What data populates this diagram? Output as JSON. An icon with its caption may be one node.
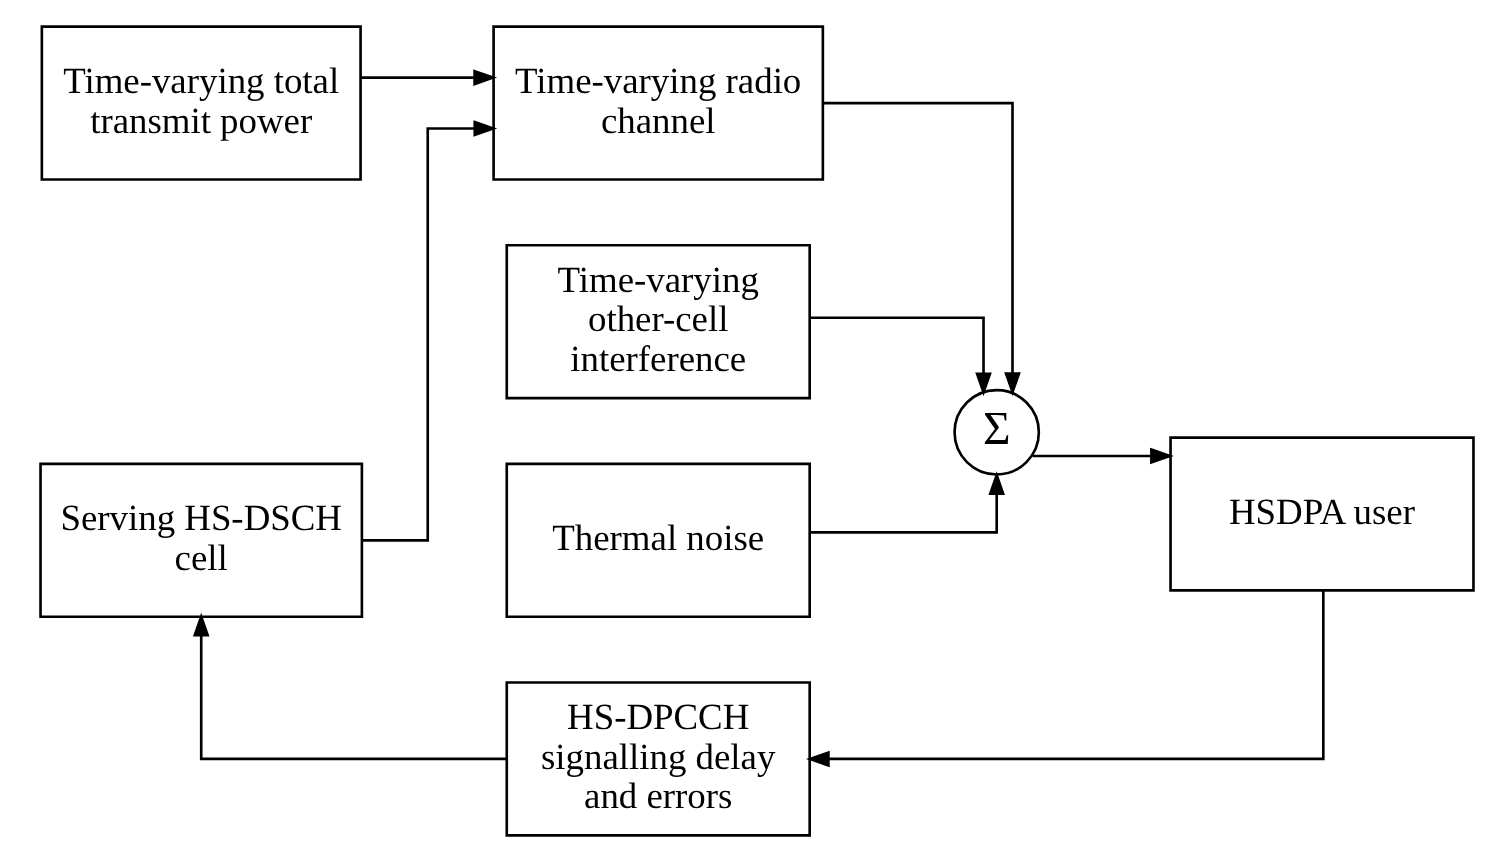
{
  "diagram": {
    "nodes": [
      {
        "text": [
          "Time-varying total transmit power"
        ]
      },
      {
        "text": [
          "Time-varying other-cell interference"
        ]
      },
      {
        "text": [
          "Serving HS-DSCH cell"
        ]
      },
      {
        "text": [
          "Time-varying radio channel"
        ]
      },
      {
        "text": [
          "Σ"
        ]
      },
      {
        "text": [
          "HSDPA user"
        ]
      },
      {
        "text": [
          "Thermal noise"
        ]
      },
      {
        "text": [
          "HS-DPCCH signalling delay and errors"
        ]
      }
    ],
    "edges": [
      {
        "from": 0,
        "to": 3,
        "arrow": "to"
      },
      {
        "from": 2,
        "to": 3,
        "arrow": "to"
      },
      {
        "from": 1,
        "to": 4,
        "arrow": "to"
      },
      {
        "from": 3,
        "to": 4,
        "arrow": "to"
      },
      {
        "from": 6,
        "to": 4,
        "arrow": "to"
      },
      {
        "from": 4,
        "to": 5,
        "arrow": "to"
      },
      {
        "from": 5,
        "to": 7,
        "arrow": "to"
      },
      {
        "from": 7,
        "to": 2,
        "arrow": "to"
      }
    ]
  }
}
